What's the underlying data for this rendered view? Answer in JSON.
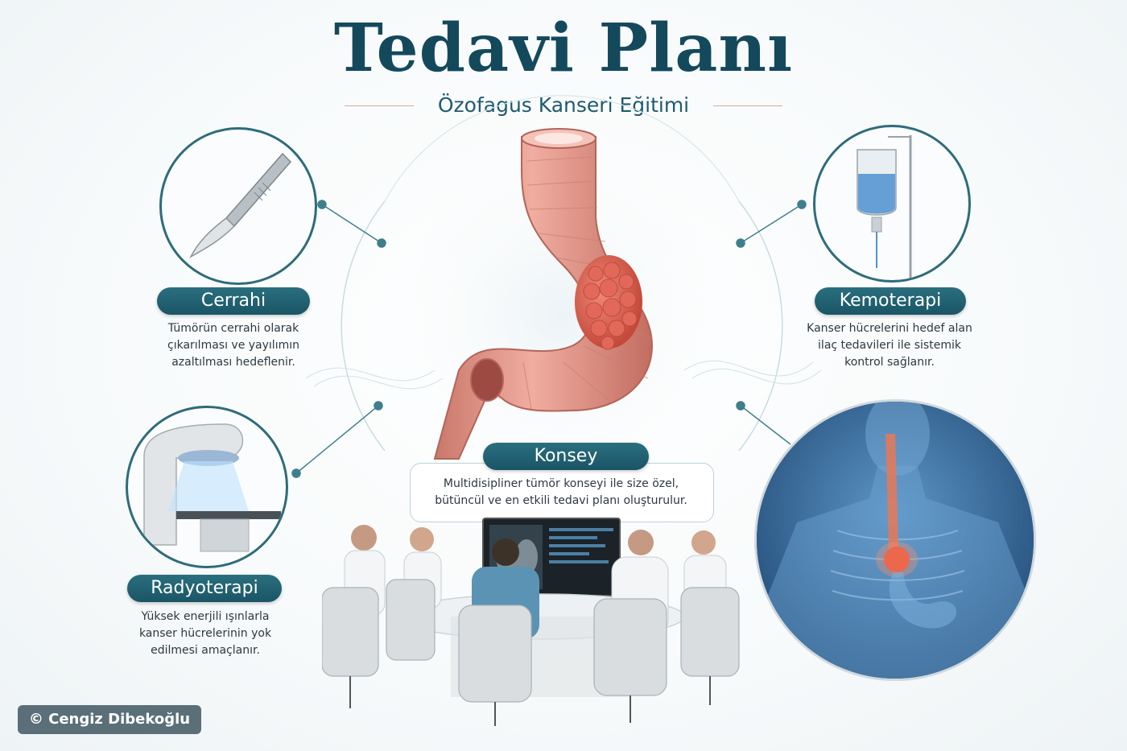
{
  "header": {
    "title": "Tedavi Planı",
    "subtitle": "Özofagus Kanseri Eğitimi"
  },
  "treatments": {
    "cerrahi": {
      "label": "Cerrahi",
      "description_lines": [
        "Tümörün cerrahi olarak",
        "çıkarılması ve yayılımın",
        "azaltılması hedeflenir."
      ],
      "icon": "scalpel-icon"
    },
    "kemoterapi": {
      "label": "Kemoterapi",
      "description_lines": [
        "Kanser hücrelerini hedef alan",
        "ilaç tedavileri ile sistemik",
        "kontrol sağlanır."
      ],
      "icon": "iv-drip-icon"
    },
    "radyoterapi": {
      "label": "Radyoterapi",
      "description_lines": [
        "Yüksek enerjili ışınlarla",
        "kanser hücrelerinin yok",
        "edilmesi amaçlanır."
      ],
      "icon": "linear-accelerator-icon"
    },
    "konsey": {
      "label": "Konsey",
      "description_lines": [
        "Multidisipliner tümör konseyi ile size özel,",
        "bütüncül ve en etkili tedavi planı oluşturulur."
      ],
      "icon": "tumor-board-meeting-icon"
    }
  },
  "footer": {
    "copyright": "© Cengiz Dibekoğlu"
  },
  "colors": {
    "primary": "#1a5566",
    "title": "#14495c",
    "tissue": "#e39a8c",
    "tumor": "#d9604f",
    "xray": "#2b5f8e"
  }
}
